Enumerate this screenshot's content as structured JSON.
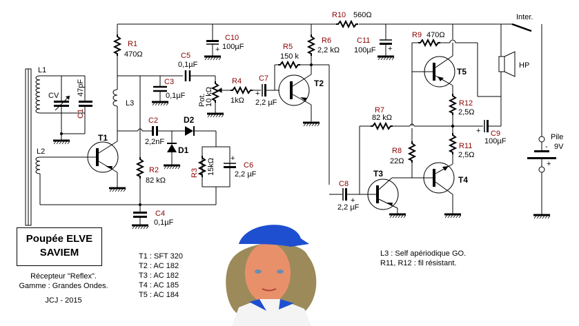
{
  "title": {
    "line1": "Poupée ELVE",
    "line2": "SAVIEM"
  },
  "description": {
    "line1": "Récepteur \"Reflex\".",
    "line2": "Gamme : Grandes Ondes.",
    "author": "JCJ - 2015"
  },
  "transistors": [
    "T1 : SFT 320",
    "T2 : AC 182",
    "T3 : AC 182",
    "T4 : AC 185",
    "T5 : AC 184"
  ],
  "notes": [
    "L3  : Self apériodique GO.",
    "R11, R12 : fil résistant."
  ],
  "components": {
    "L1": "L1",
    "L2": "L2",
    "L3": "L3",
    "CV": "CV",
    "C1": "C1",
    "C1_val": "47pF",
    "R1": "R1",
    "R1_val": "470Ω",
    "R2": "R2",
    "R2_val": "82 kΩ",
    "R3": "R3",
    "R3_val": "15kΩ",
    "R4": "R4",
    "R4_val": "1kΩ",
    "R5": "R5",
    "R5_val": "150 k",
    "R6": "R6",
    "R6_val": "2,2 kΩ",
    "R7": "R7",
    "R7_val": "82 kΩ",
    "R8": "R8",
    "R8_val": "22Ω",
    "R9": "R9",
    "R9_val": "470Ω",
    "R10": "R10",
    "R10_val": "560Ω",
    "R11": "R11",
    "R11_val": "2,5Ω",
    "R12": "R12",
    "R12_val": "2,5Ω",
    "C2": "C2",
    "C2_val": "2,2nF",
    "C3": "C3",
    "C3_val": "0,1µF",
    "C4": "C4",
    "C4_val": "0,1µF",
    "C5": "C5",
    "C5_val": "0,1µF",
    "C6": "C6",
    "C6_val": "2,2 µF",
    "C7": "C7",
    "C7_val": "2,2 µF",
    "C8": "C8",
    "C8_val": "2,2 µF",
    "C9": "C9",
    "C9_val": "100µF",
    "C10": "C10",
    "C10_val": "100µF",
    "C11": "C11",
    "C11_val": "100µF",
    "D1": "D1",
    "D2": "D2",
    "T1": "T1",
    "T2": "T2",
    "T3": "T3",
    "T4": "T4",
    "T5": "T5",
    "Pot_l1": "Pot.",
    "Pot_l2": "10 kΩ",
    "HP": "HP",
    "Inter": "Inter.",
    "Pile": "Pile",
    "Pile_val": "9V",
    "minus": "-",
    "plus": "+"
  },
  "colors": {
    "ref": "#8b0000",
    "hat": "#1f4fd1",
    "hair": "#9c8a5a",
    "skin": "#e8906a"
  }
}
